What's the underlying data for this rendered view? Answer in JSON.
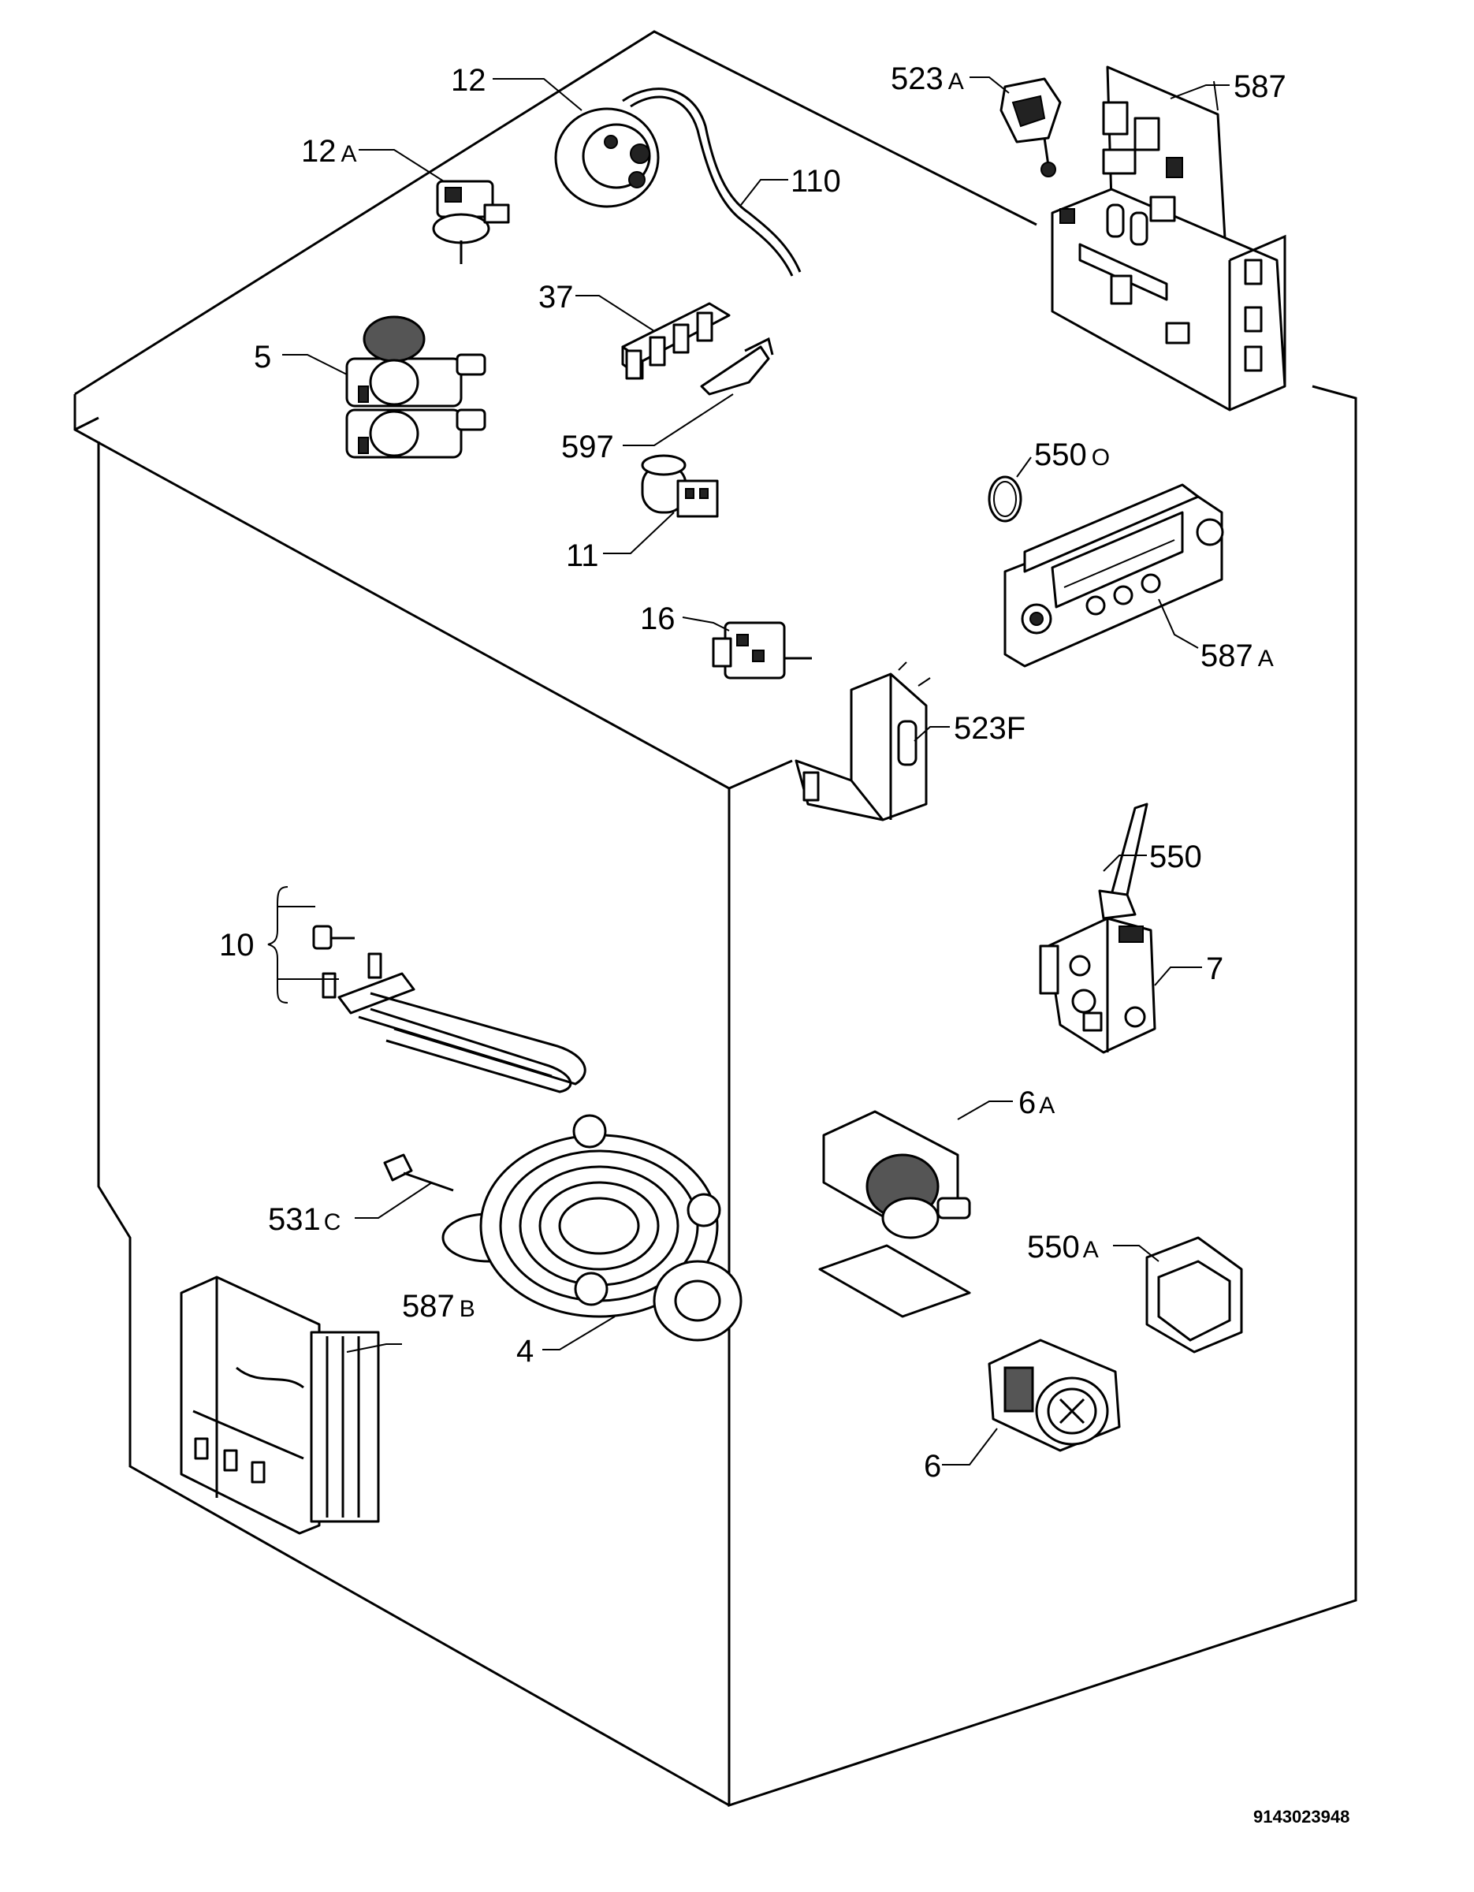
{
  "doc_number": "9143023948",
  "labels": [
    {
      "id": "12",
      "main": "12",
      "suffix": ""
    },
    {
      "id": "12A",
      "main": "12",
      "suffix": "A"
    },
    {
      "id": "110",
      "main": "110",
      "suffix": ""
    },
    {
      "id": "37",
      "main": "37",
      "suffix": ""
    },
    {
      "id": "5",
      "main": "5",
      "suffix": ""
    },
    {
      "id": "597",
      "main": "597",
      "suffix": ""
    },
    {
      "id": "11",
      "main": "11",
      "suffix": ""
    },
    {
      "id": "16",
      "main": "16",
      "suffix": ""
    },
    {
      "id": "523A",
      "main": "523",
      "suffix": "A"
    },
    {
      "id": "587",
      "main": "587",
      "suffix": ""
    },
    {
      "id": "550O",
      "main": "550",
      "suffix": "O"
    },
    {
      "id": "587A",
      "main": "587",
      "suffix": "A"
    },
    {
      "id": "523F",
      "main": "523F",
      "suffix": ""
    },
    {
      "id": "550",
      "main": "550",
      "suffix": ""
    },
    {
      "id": "7",
      "main": "7",
      "suffix": ""
    },
    {
      "id": "10",
      "main": "10",
      "suffix": ""
    },
    {
      "id": "6A",
      "main": "6",
      "suffix": "A"
    },
    {
      "id": "531C",
      "main": "531",
      "suffix": "C"
    },
    {
      "id": "550A",
      "main": "550",
      "suffix": "A"
    },
    {
      "id": "587B",
      "main": "587",
      "suffix": "B"
    },
    {
      "id": "4",
      "main": "4",
      "suffix": ""
    },
    {
      "id": "6",
      "main": "6",
      "suffix": ""
    }
  ]
}
